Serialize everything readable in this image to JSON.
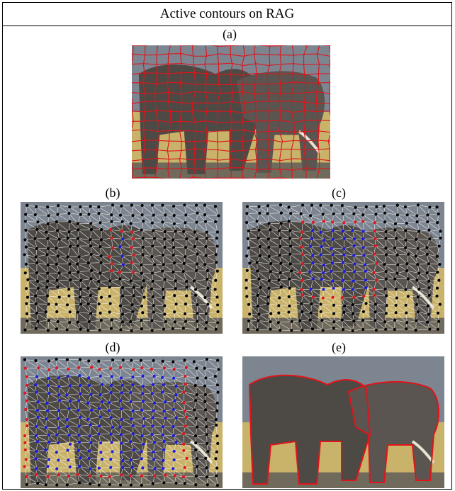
{
  "figure": {
    "title": "Active contours on RAG",
    "panels": [
      {
        "id": "a",
        "label": "(a)"
      },
      {
        "id": "b",
        "label": "(b)"
      },
      {
        "id": "c",
        "label": "(c)"
      },
      {
        "id": "d",
        "label": "(d)"
      },
      {
        "id": "e",
        "label": "(e)"
      }
    ]
  },
  "colors": {
    "sky": "#7d8591",
    "grass": "#c9b26a",
    "elephant": "#4d4945",
    "contour": "#e0141a",
    "active_node": "#1a1ae0",
    "node": "#000000",
    "mesh": "#ffffff"
  }
}
